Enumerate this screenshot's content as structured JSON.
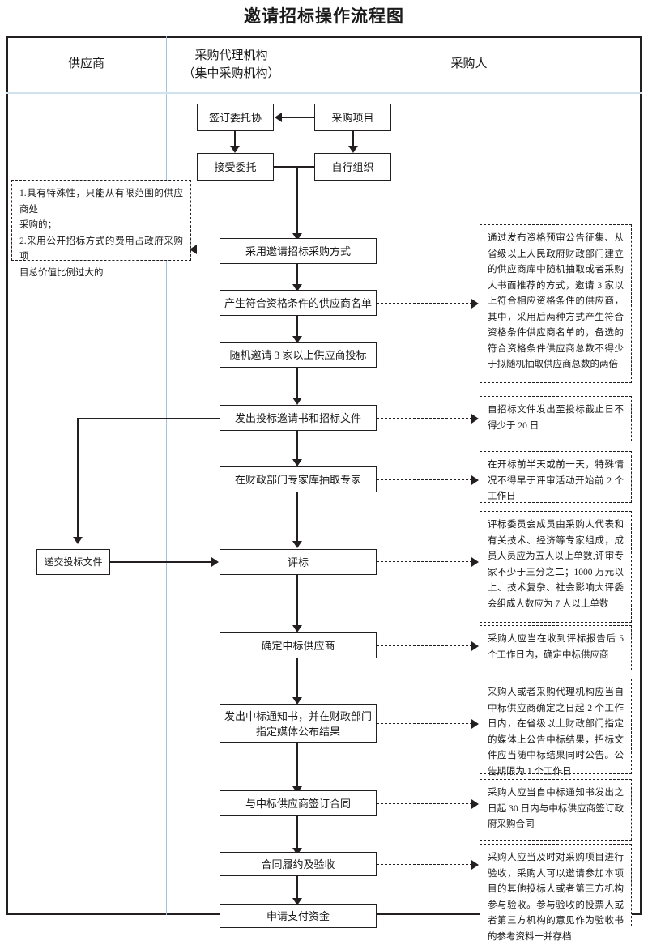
{
  "title": "邀请招标操作流程图",
  "columns": [
    {
      "label": "供应商"
    },
    {
      "label": "采购代理机构",
      "label2": "（集中采购机构）"
    },
    {
      "label": "采购人"
    }
  ],
  "boxes": {
    "sign_entrust": "签订委托协",
    "purchase_project": "采购项目",
    "accept_entrust": "接受委托",
    "self_organize": "自行组织",
    "adopt_invite": "采用邀请招标采购方式",
    "generate_list": "产生符合资格条件的供应商名单",
    "invite_three": "随机邀请 3 家以上供应商投标",
    "issue_invitation": "发出投标邀请书和招标文件",
    "draw_experts": "在财政部门专家库抽取专家",
    "submit_bid": "递交投标文件",
    "evaluate": "评标",
    "determine_winner": "确定中标供应商",
    "issue_notice_l1": "发出中标通知书，并在财政部门",
    "issue_notice_l2": "指定媒体公布结果",
    "sign_contract": "与中标供应商签订合同",
    "perform_accept": "合同履约及验收",
    "apply_payment": "申请支付资金"
  },
  "notes": {
    "left_conditions_l1": "1.具有特殊性，只能从有限范围的供应商处",
    "left_conditions_l2": "采购的；",
    "left_conditions_l3": "2.采用公开招标方式的费用占政府采购项",
    "left_conditions_l4": "目总价值比例过大的",
    "supplier_list": "通过发布资格预审公告征集、从省级以上人民政府财政部门建立的供应商库中随机抽取或者采购人书面推荐的方式，邀请 3 家以上符合相应资格条件的供应商，其中，采用后两种方式产生符合资格条件供应商名单的，备选的符合资格条件供应商总数不得少于拟随机抽取供应商总数的两倍",
    "bid_deadline": "自招标文件发出至投标截止日不得少于 20 日",
    "expert_draw": "在开标前半天或前一天，特殊情况不得早于评审活动开始前 2 个工作日",
    "committee": "评标委员会成员由采购人代表和有关技术、经济等专家组成，成员人员应为五人以上单数,评审专家不少于三分之二；1000 万元以上、技术复杂、社会影响大评委会组成人数应为 7 人以上单数",
    "determine_days": "采购人应当在收到评标报告后 5 个工作日内，确定中标供应商",
    "announce": "采购人或者采购代理机构应当自中标供应商确定之日起 2 个工作日内，在省级以上财政部门指定的媒体上公告中标结果，招标文件应当随中标结果同时公告。公告期限为 1 个工作日",
    "contract_days": "采购人应当自中标通知书发出之日起 30 日内与中标供应商签订政府采购合同",
    "acceptance": "采购人应当及时对采购项目进行验收，采购人可以邀请参加本项目的其他投标人或者第三方机构参与验收。参与验收的投票人或者第三方机构的意见作为验收书的参考资料一并存档"
  }
}
